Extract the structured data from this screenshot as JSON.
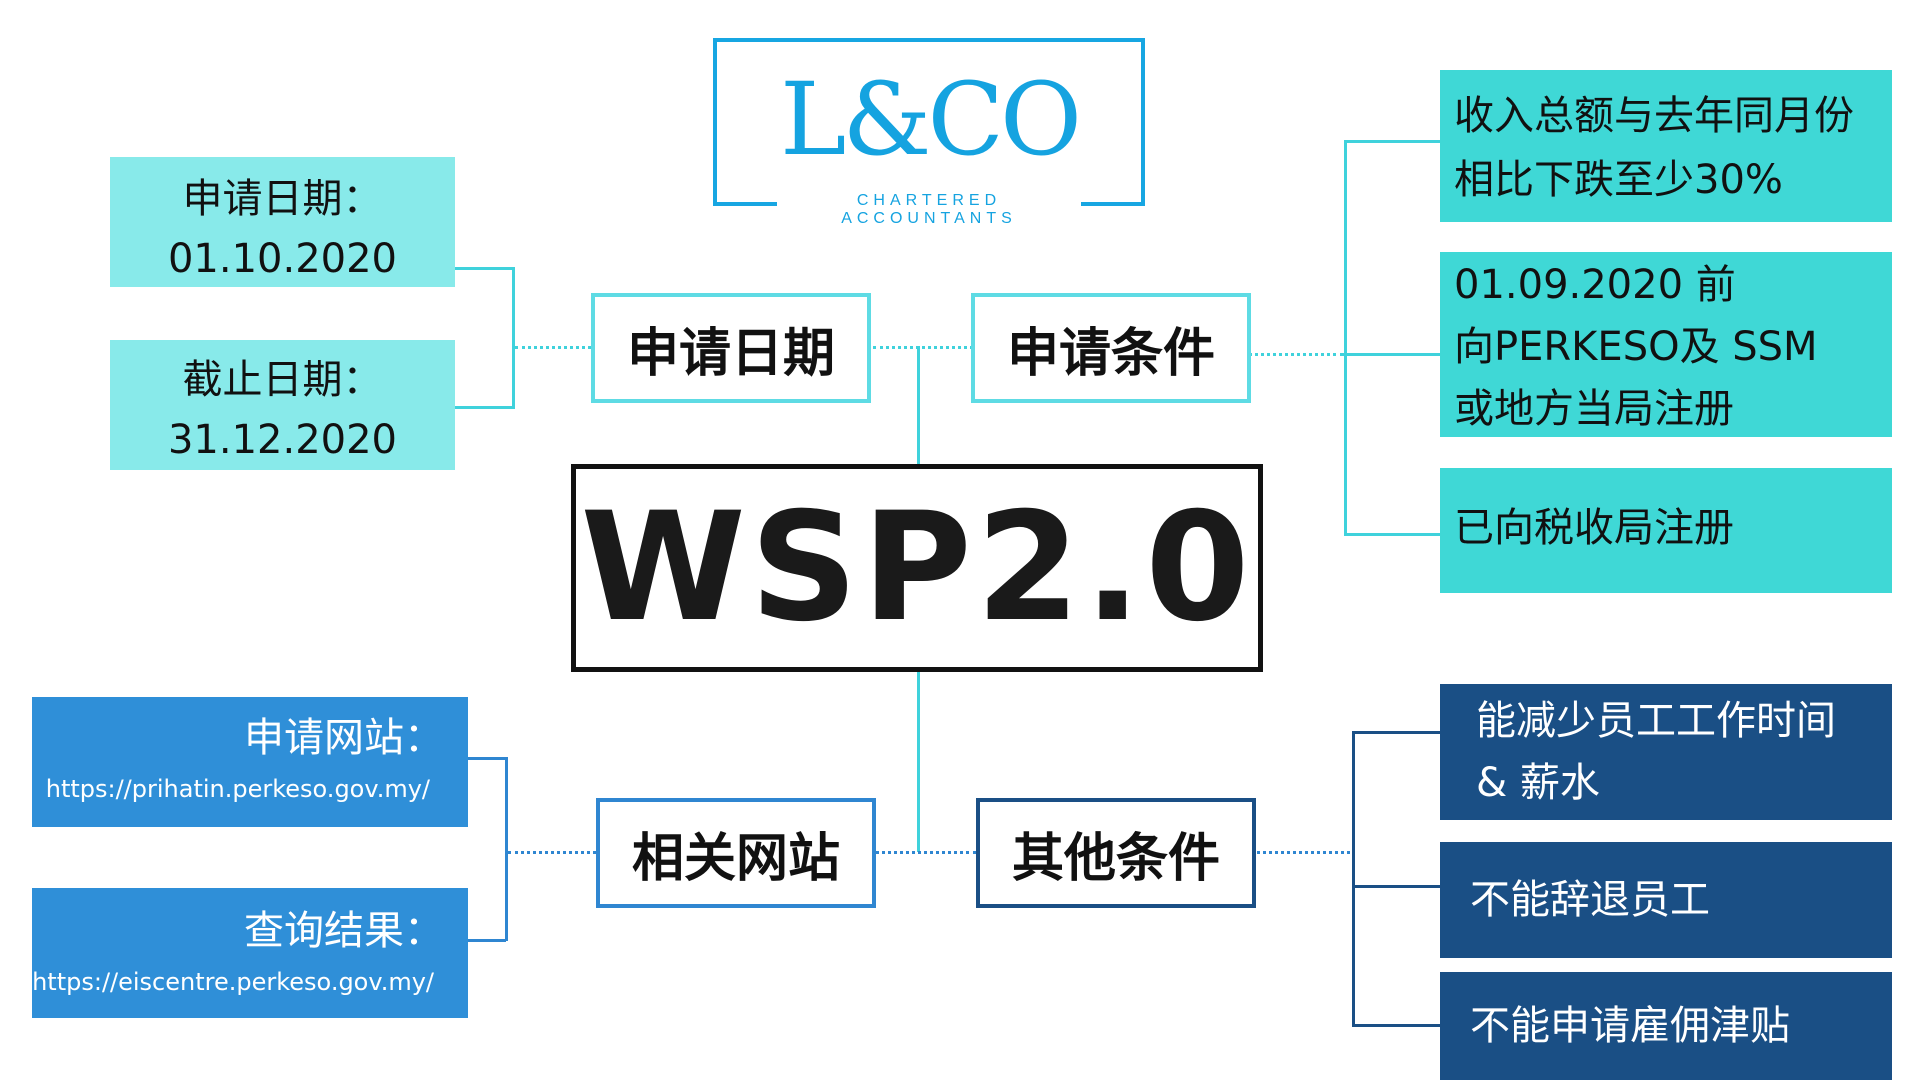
{
  "logo": {
    "mark": "L&CO",
    "subtitle": "CHARTERED ACCOUNTANTS"
  },
  "center_title": "WSP2.0",
  "categories": {
    "apply_date": "申请日期",
    "apply_conditions": "申请条件",
    "related_sites": "相关网站",
    "other_conditions": "其他条件"
  },
  "dates": [
    {
      "label": "申请日期：",
      "value": "01.10.2020"
    },
    {
      "label": "截止日期：",
      "value": "31.12.2020"
    }
  ],
  "conditions": [
    {
      "lines": [
        "收入总额与去年同月份",
        "相比下跌至少30%"
      ]
    },
    {
      "lines": [
        "01.09.2020 前",
        "向PERKESO及 SSM",
        "或地方当局注册"
      ]
    },
    {
      "lines": [
        "已向税收局注册"
      ]
    }
  ],
  "sites": [
    {
      "label": "申请网站：",
      "url": "https://prihatin.perkeso.gov.my/"
    },
    {
      "label": "查询结果：",
      "url": "https://eiscentre.perkeso.gov.my/"
    }
  ],
  "other": [
    {
      "lines": [
        "能减少员工工作时间",
        "& 薪水"
      ]
    },
    {
      "lines": [
        "不能辞退员工"
      ]
    },
    {
      "lines": [
        "不能申请雇佣津贴"
      ]
    }
  ],
  "colors": {
    "logo_blue": "#15a3e0",
    "light_cyan": "#88eaea",
    "teal": "#3fd8d6",
    "medium_blue": "#2f8fd8",
    "dark_blue": "#1a4f85",
    "border_black": "#111111"
  }
}
